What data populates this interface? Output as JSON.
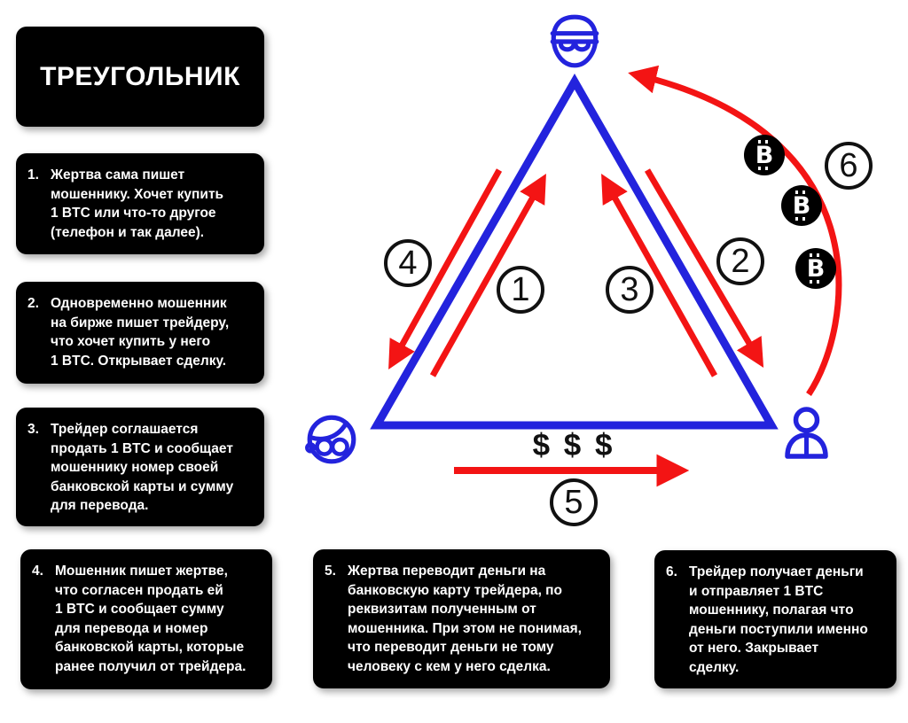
{
  "title": "ТРЕУГОЛЬНИК",
  "colors": {
    "blue": "#2323dd",
    "red": "#f31414",
    "ink": "#000000",
    "paper": "#ffffff"
  },
  "steps": [
    {
      "num": "1.",
      "text": "Жертва сама пишет\nмошеннику. Хочет купить\n1 BTC или что-то другое\n(телефон и так далее)."
    },
    {
      "num": "2.",
      "text": "Одновременно мошенник\nна бирже пишет трейдеру,\nчто хочет купить у него\n1 BTC. Открывает сделку."
    },
    {
      "num": "3.",
      "text": "Трейдер соглашается\nпродать 1 BTC и сообщает\nмошеннику номер своей\nбанковской карты и сумму\nдля перевода."
    },
    {
      "num": "4.",
      "text": "Мошенник пишет жертве,\nчто согласен продать ей\n1 BTC и сообщает сумму\nдля перевода и номер\nбанковской карты, которые\nранее получил от трейдера."
    },
    {
      "num": "5.",
      "text": "Жертва переводит деньги на\nбанковскую карту трейдера, по\nреквизитам полученным от\nмошенника. При этом не понимая,\nчто переводит деньги не тому\nчеловеку с кем у него сделка."
    },
    {
      "num": "6.",
      "text": "Трейдер получает деньги\nи отправляет 1 BTC\nмошеннику, полагая что\nденьги поступили именно\nот него. Закрывает\nсделку."
    }
  ],
  "diagram": {
    "numbers": [
      "1",
      "2",
      "3",
      "4",
      "5",
      "6"
    ],
    "dollar_text": "$ $ $",
    "bitcoin_glyph": "B",
    "icons": {
      "top": "scammer-icon",
      "bottom_left": "victim-icon",
      "bottom_right": "trader-icon",
      "coins": "bitcoin-icon"
    }
  }
}
